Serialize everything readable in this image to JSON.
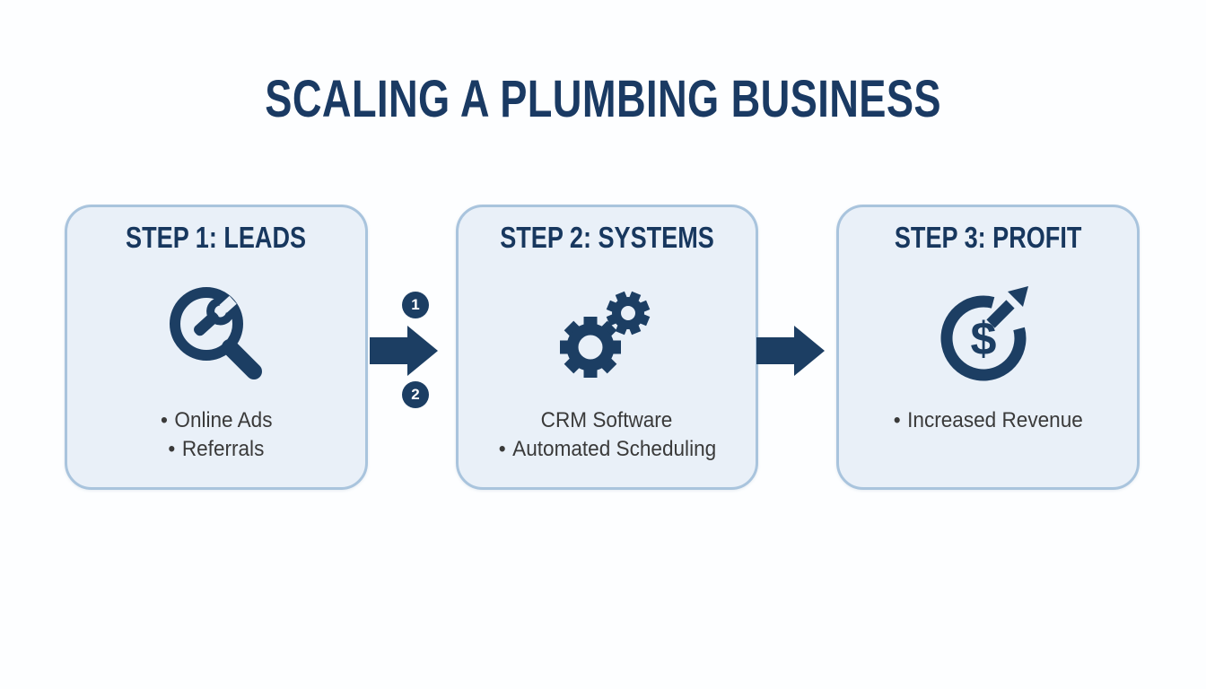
{
  "title": "SCALING A PLUMBING BUSINESS",
  "steps": [
    {
      "header": "STEP 1: LEADS",
      "icon": "wrench-magnifier",
      "items": [
        {
          "marker": "•",
          "text": "Online Ads"
        },
        {
          "marker": "•",
          "text": "Referrals"
        }
      ]
    },
    {
      "header": "STEP 2: SYSTEMS",
      "icon": "gears",
      "items": [
        {
          "marker": "",
          "text": "CRM Software"
        },
        {
          "marker": "•",
          "text": "Automated Scheduling"
        }
      ]
    },
    {
      "header": "STEP 3: PROFIT",
      "icon": "revenue-growth",
      "icon_glyph": "$",
      "items": [
        {
          "marker": "•",
          "text": "Increased Revenue"
        }
      ]
    }
  ],
  "connectors": [
    {
      "badges": [
        "1",
        "2"
      ]
    },
    {
      "badges": []
    }
  ],
  "colors": {
    "navy": "#1c3e63",
    "header_navy": "#17375e",
    "box_bg": "#e9f0f8",
    "box_border": "#a9c4dd",
    "body_text": "#3a3a3a",
    "page_bg": "#fdfeff",
    "badge_text": "#ffffff"
  }
}
